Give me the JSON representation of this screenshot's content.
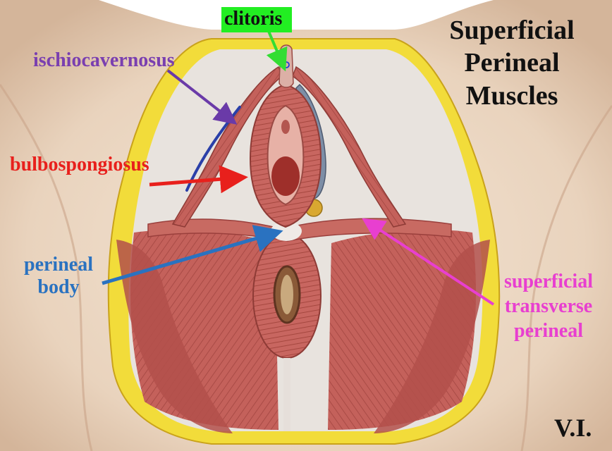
{
  "title": {
    "lines": [
      "Superficial",
      "Perineal",
      "Muscles"
    ]
  },
  "signature": "V.I.",
  "labels": {
    "clitoris": {
      "text": "clitoris",
      "color": "#111111",
      "bg": "#22ee22",
      "arrow_color": "#33dd33"
    },
    "ischiocavernosus": {
      "text": "ischiocavernosus",
      "color": "#7a3fb0",
      "arrow_color": "#6a3aa8"
    },
    "bulbospongiosus": {
      "text": "bulbospongiosus",
      "color": "#e8201c",
      "arrow_color": "#e8201c"
    },
    "perineal_body": {
      "lines": [
        "perineal",
        "body"
      ],
      "color": "#2a72c0",
      "arrow_color": "#2a72c0"
    },
    "superficial_transverse_perineal": {
      "lines": [
        "superficial",
        "transverse",
        "perineal"
      ],
      "color": "#e83fd0",
      "arrow_color": "#e83fd0"
    }
  },
  "colors": {
    "skin": "#ecd9c6",
    "skin_shadow": "#d9bfa6",
    "fat": "#f2dc3a",
    "fascia": "#e7e1dc",
    "muscle": "#c8655f",
    "muscle_dark": "#9a3f3c",
    "muscle_light": "#d98a80",
    "vessel": "#7d8ea6",
    "nerve_blue": "#2a3fa8"
  },
  "structures": [
    "ischiocavernosus-muscle-left",
    "ischiocavernosus-muscle-right",
    "bulbospongiosus-muscle-left",
    "bulbospongiosus-muscle-right",
    "vaginal-orifice",
    "superficial-transverse-perineal-muscle",
    "perineal-body",
    "external-anal-sphincter",
    "anal-canal",
    "levator-ani-muscle",
    "gluteus-maximus",
    "ischioanal-fat",
    "vestibular-bulb"
  ]
}
